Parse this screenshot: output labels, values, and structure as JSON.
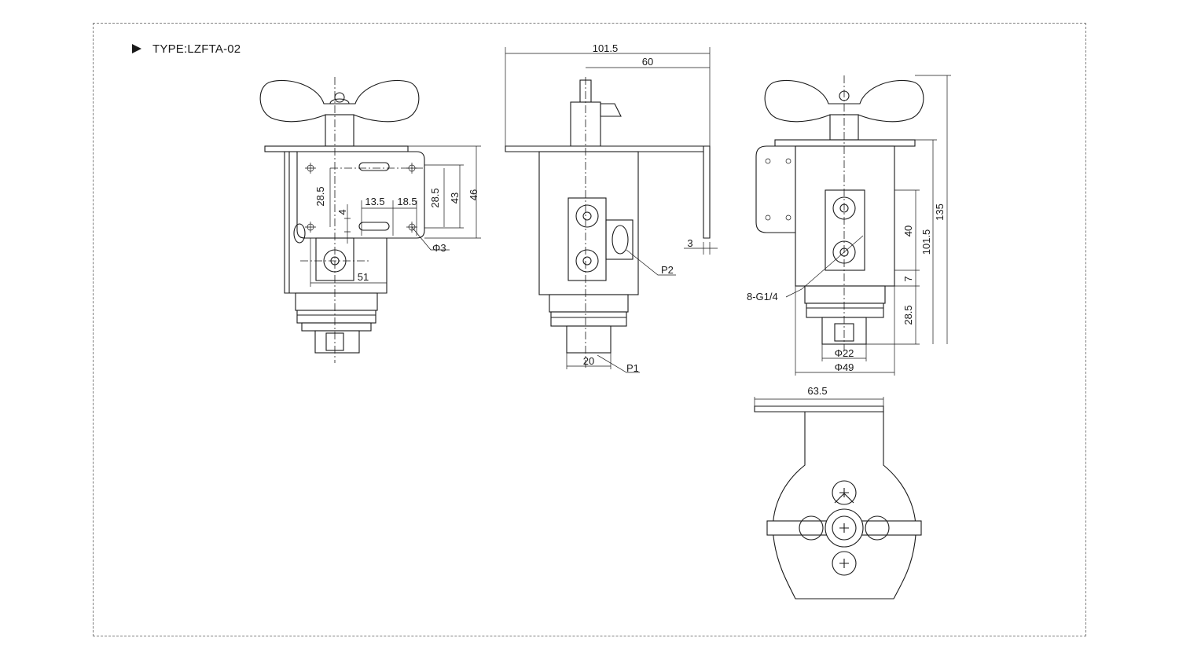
{
  "type_label": "TYPE:LZFTA-02",
  "dims": {
    "front_46": "46",
    "front_43": "43",
    "front_28_5_right": "28.5",
    "front_28_5_left": "28.5",
    "front_13_5": "13.5",
    "front_18_5": "18.5",
    "front_4": "4",
    "front_phi3": "Φ3",
    "front_51": "51",
    "side_101_5": "101.5",
    "side_60": "60",
    "side_3": "3",
    "side_p2": "P2",
    "side_20": "20",
    "side_p1": "P1",
    "right_135": "135",
    "right_101_5": "101.5",
    "right_40": "40",
    "right_7": "7",
    "right_28_5": "28.5",
    "right_8_g1_4": "8-G1/4",
    "right_phi22": "Φ22",
    "right_phi49": "Φ49",
    "bottom_63_5": "63.5"
  },
  "colors": {
    "line": "#1a1a1a",
    "frame": "#7f7f7f",
    "background": "#ffffff"
  }
}
